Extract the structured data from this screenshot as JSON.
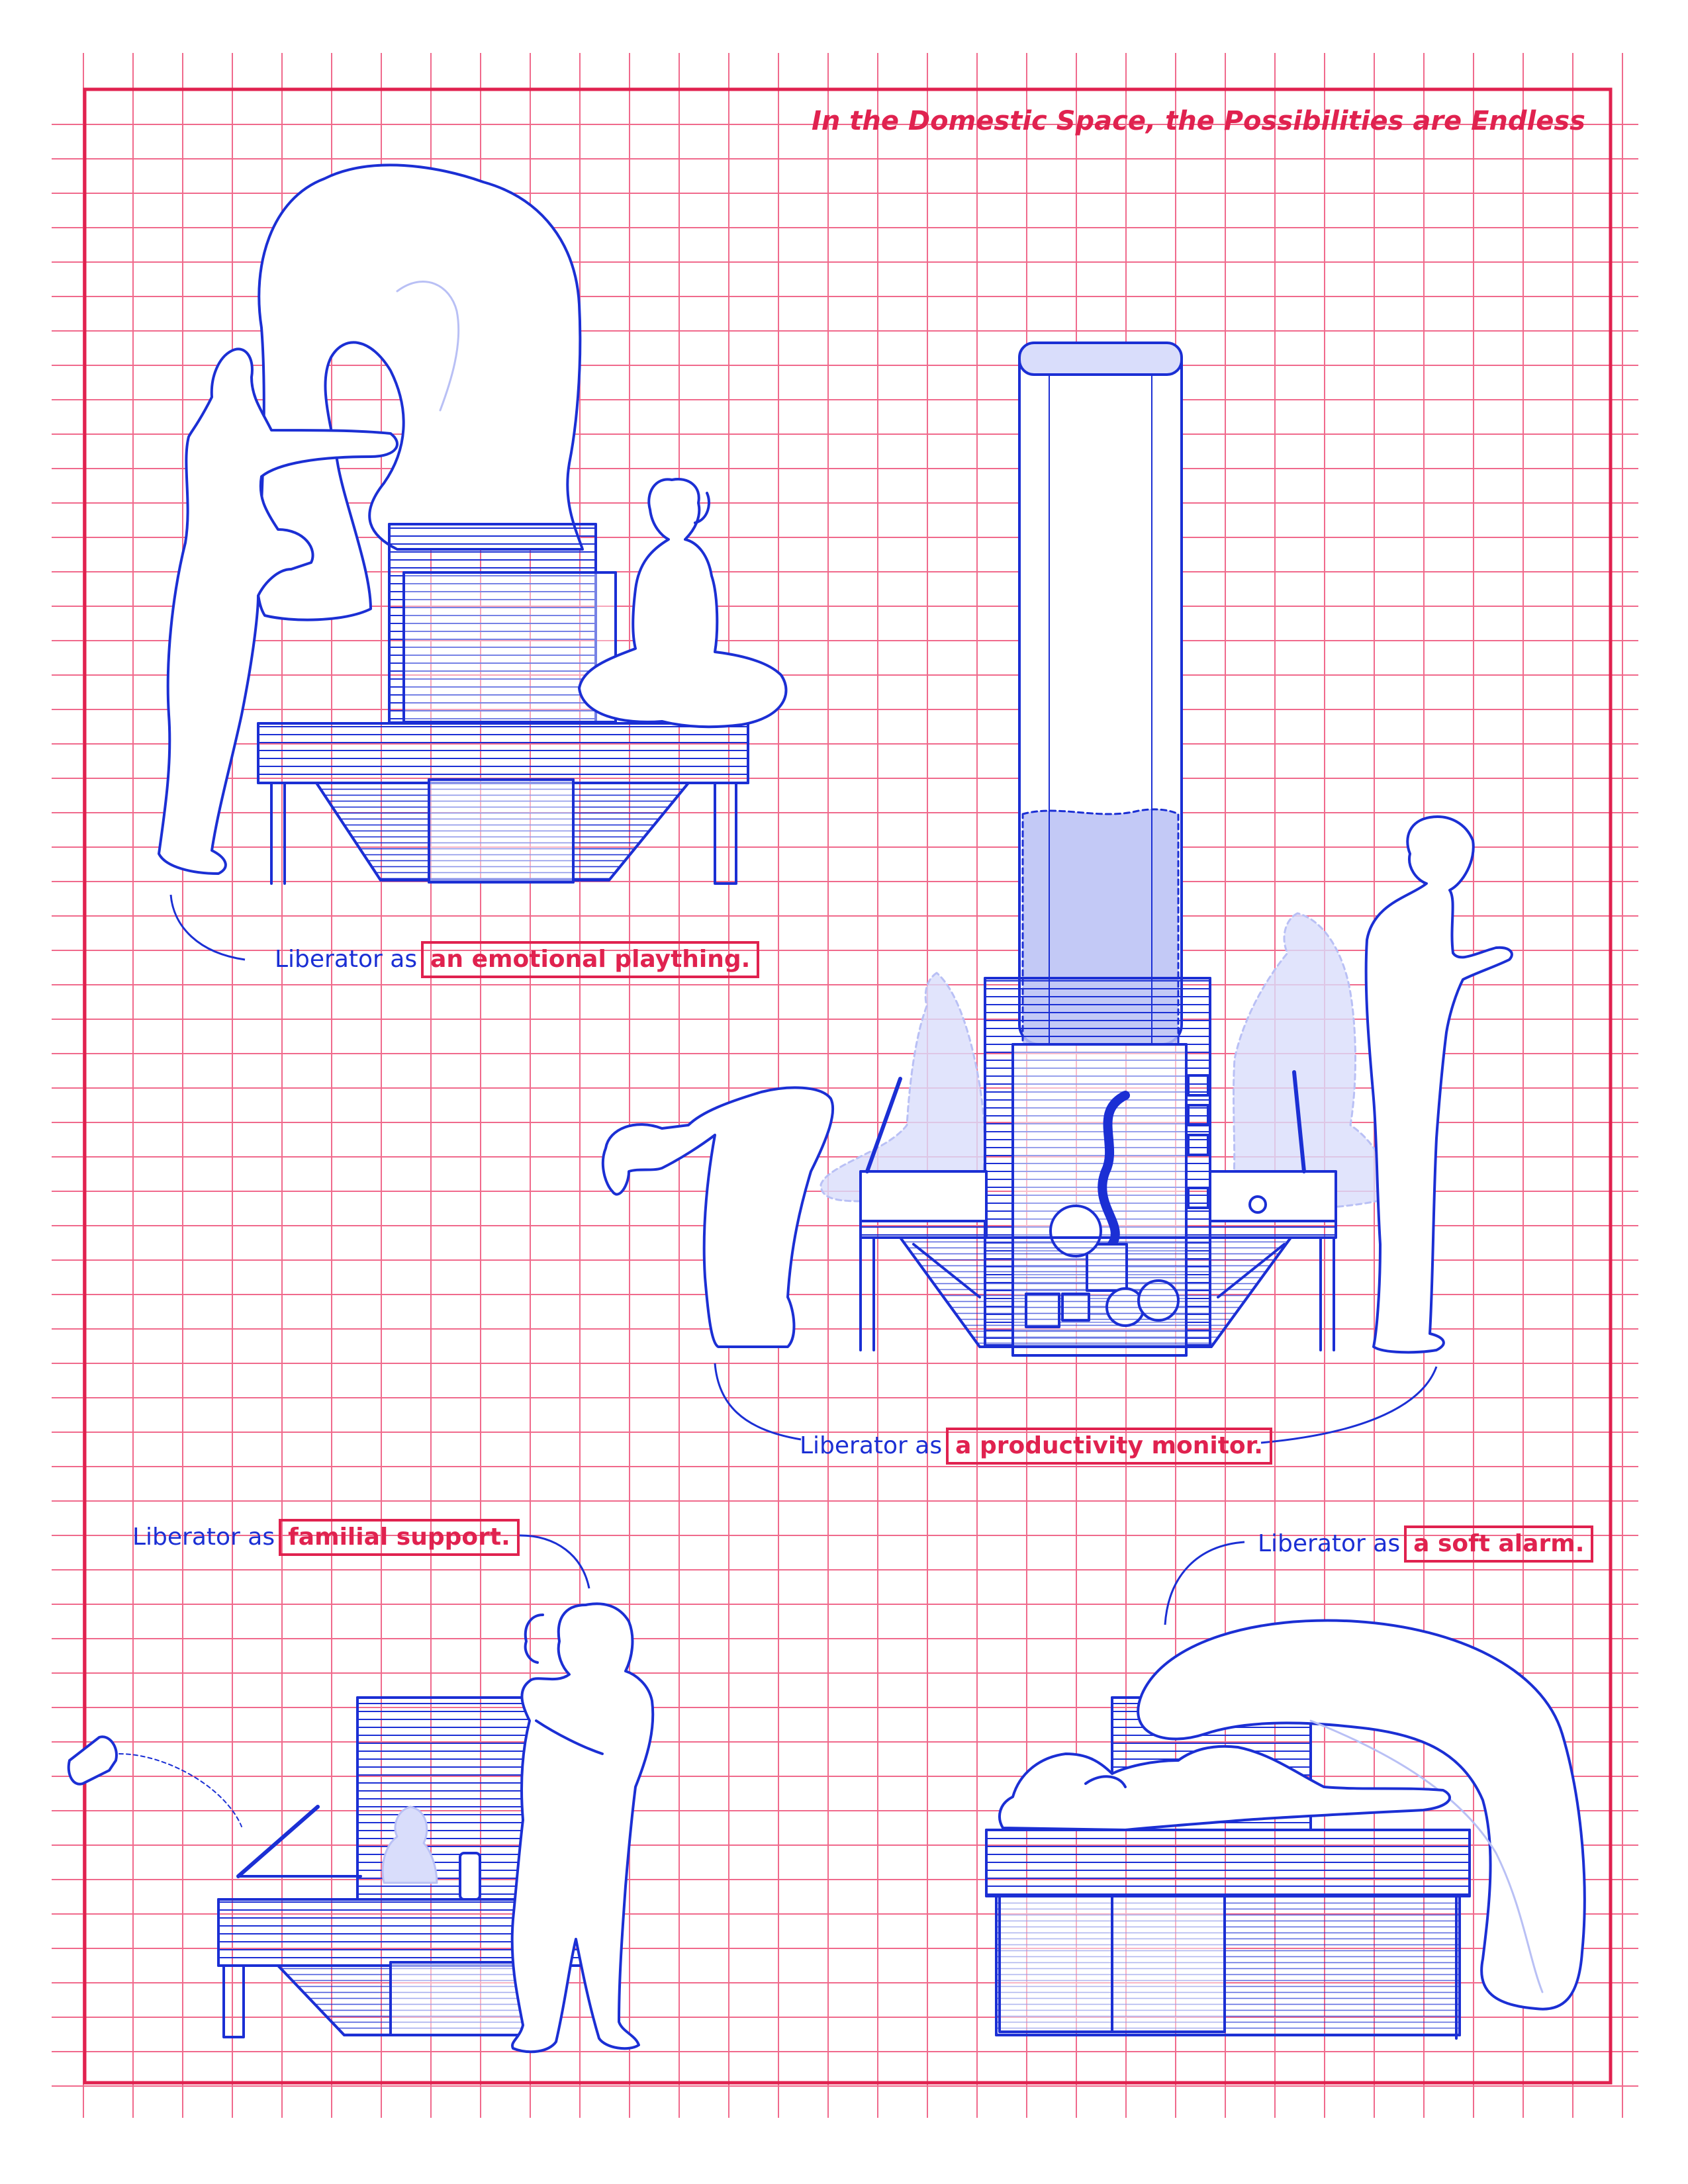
{
  "title": "In the Domestic Space, the Possibilities are Endless",
  "colors": {
    "grid": "#f06a8c",
    "grid_faint": "#f7b6c6",
    "frame": "#e0224f",
    "line": "#1b2fd4",
    "fill_light": "#d9ddfb",
    "fill_mid": "#b9c0f5",
    "highlight": "#e0224f",
    "background": "#ffffff"
  },
  "captions": [
    {
      "prefix": "Liberator as",
      "highlight": "an emotional plaything."
    },
    {
      "prefix": "Liberator as",
      "highlight": "a productivity monitor."
    },
    {
      "prefix": "Liberator as",
      "highlight": "familial support."
    },
    {
      "prefix": "Liberator as",
      "highlight": "a soft alarm."
    }
  ],
  "scenes": [
    {
      "name": "emotional-plaything-scene",
      "figures": [
        "person-hugging-balloon",
        "person-sitting-cross-legged"
      ],
      "device": "bench-with-inflatable-arch"
    },
    {
      "name": "productivity-monitor-scene",
      "figures": [
        "person-bending-over",
        "person-standing-with-phone",
        "ghost-seated-figures"
      ],
      "device": "bench-with-water-column"
    },
    {
      "name": "familial-support-scene",
      "figures": [
        "parent-holding-child",
        "child-behind-panel"
      ],
      "device": "bench-with-open-lid-and-drone"
    },
    {
      "name": "soft-alarm-scene",
      "figures": [
        "person-lying-on-bench"
      ],
      "device": "bench-with-inflatable-tube"
    }
  ]
}
